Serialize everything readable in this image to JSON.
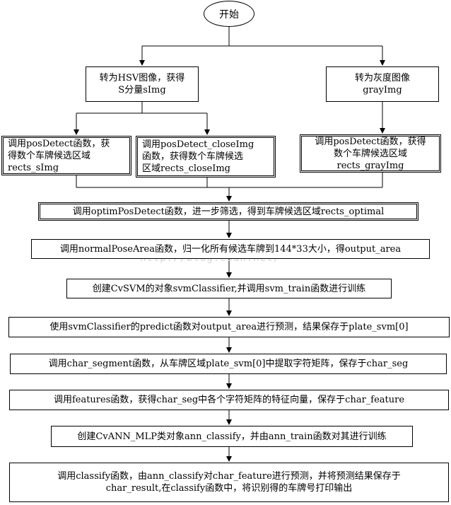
{
  "nodes": {
    "start": "开始",
    "hsv": "转为HSV图像，获得\nS分量sImg",
    "gray": "转为灰度图像\ngrayImg",
    "pos_s": "调用posDetect函数，获\n得数个车牌候选区域\nrects_sImg",
    "pos_close": "调用posDetect_closeImg\n函数，获得数个车牌候选\n区域rects_closeImg",
    "pos_gray": "调用posDetect函数，获得\n数个车牌候选区域\nrects_grayImg",
    "optim": "调用optimPosDetect函数，进一步筛选，得到车牌候选区域rects_optimal",
    "normal": "调用normalPoseArea函数，归一化所有候选车牌到144*33大小，得output_area",
    "svm_create": "创建CvSVM的对象svmClassifier,并调用svm_train函数进行训练",
    "svm_predict": "使用svmClassifier的predict函数对output_area进行预测，结果保存于plate_svm[0]",
    "segment": "调用char_segment函数，从车牌区域plate_svm[0]中提取字符矩阵，保存于char_seg",
    "features": "调用features函数，获得char_seg中各个字符矩阵的特征向量，保存于char_feature",
    "ann_create": "创建CvANN_MLP类对象ann_classify，并由ann_train函数对其进行训练",
    "classify": "调用classify函数，由ann_classify对char_feature进行预测，并将预测结果保存于\nchar_result,在classify函数中，将识别得的车牌号打印输出"
  },
  "watermark": "http://blog.csdn.net/"
}
